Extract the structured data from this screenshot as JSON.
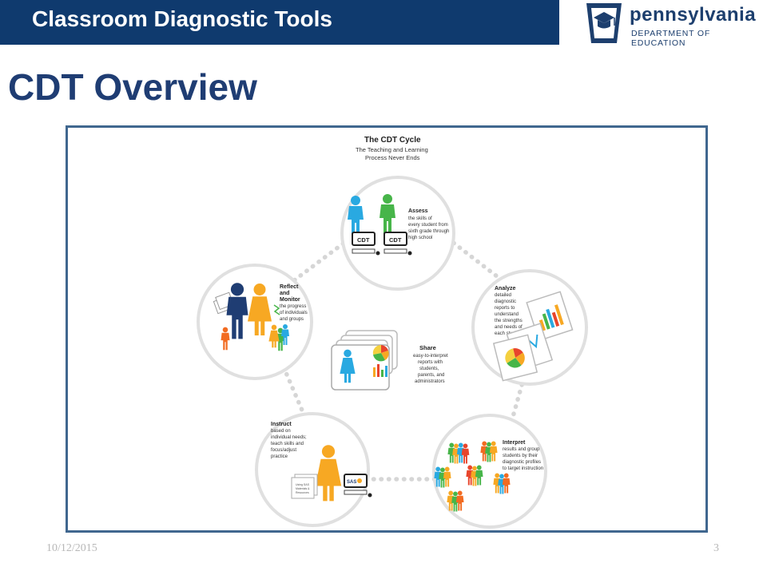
{
  "header": {
    "title": "Classroom Diagnostic Tools",
    "logo_word": "pennsylvania",
    "logo_dept": "DEPARTMENT OF EDUCATION"
  },
  "page_title": "CDT Overview",
  "cycle": {
    "title": "The CDT Cycle",
    "subtitle_1": "The Teaching and Learning",
    "subtitle_2": "Process Never Ends",
    "assess": {
      "head": "Assess",
      "lines": [
        "the skills of",
        "every student from",
        "sixth grade through",
        "high school"
      ],
      "badge": "CDT"
    },
    "analyze": {
      "head": "Analyze",
      "lines": [
        "detailed",
        "diagnostic",
        "reports to",
        "understand",
        "the strengths",
        "and needs of",
        "each student"
      ]
    },
    "share": {
      "head": "Share",
      "lines": [
        "easy-to-interpret",
        "reports with",
        "students,",
        "parents, and",
        "administrators"
      ]
    },
    "reflect": {
      "head_1": "Reflect",
      "head_2": "and",
      "head_3": "Monitor",
      "lines": [
        "the progress",
        "of individuals",
        "and groups"
      ]
    },
    "instruct": {
      "head": "Instruct",
      "lines": [
        "based on",
        "individual needs;",
        "teach skills and",
        "focus/adjust",
        "practice"
      ],
      "sas": "SAS",
      "card": [
        "Using SAS",
        "Materials &",
        "Resources"
      ]
    },
    "interpret": {
      "head": "Interpret",
      "lines": [
        "results and group",
        "students by their",
        "diagnostic profiles",
        "to target instruction"
      ]
    }
  },
  "footer": {
    "date": "10/12/2015",
    "page": "3"
  },
  "colors": {
    "banner": "#0f3a6e",
    "title": "#1f3d73",
    "frame": "#40678f",
    "blue_figure": "#29a9e1",
    "green_figure": "#47b549",
    "orange_figure": "#f7a823",
    "navy_figure": "#1f3d73",
    "dots": "#d6d6d6"
  }
}
